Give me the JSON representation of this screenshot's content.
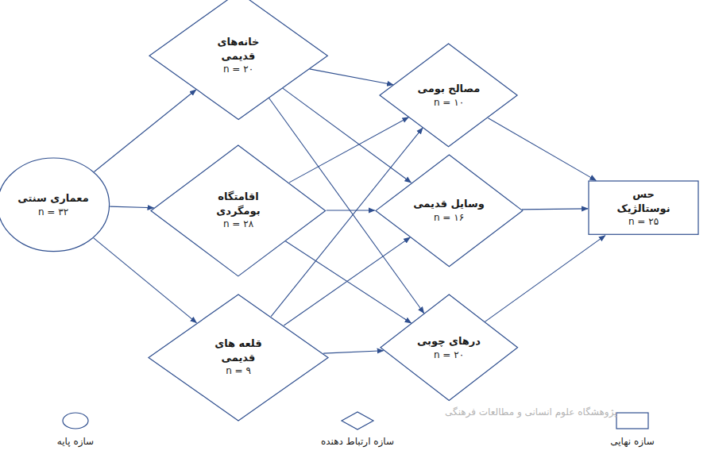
{
  "diagram": {
    "nodes": [
      {
        "text": [
          "معماری سنتی",
          "n = ۳۲"
        ]
      },
      {
        "text": [
          "خانه‌های قدیمی",
          "n = ۲۰"
        ]
      },
      {
        "text": [
          "اقامتگاه بومگردی",
          "n = ۲۸"
        ]
      },
      {
        "text": [
          "قلعه های قدیمی",
          "n = ۹"
        ]
      },
      {
        "text": [
          "مصالح بومی",
          "n = ۱۰"
        ]
      },
      {
        "text": [
          "وسایل قدیمی",
          "n = ۱۶"
        ]
      },
      {
        "text": [
          "درهای چوبی",
          "n = ۲۰"
        ]
      },
      {
        "text": [
          "حس نوستالژیک",
          "n = ۲۵"
        ]
      }
    ],
    "edges": [
      {
        "from": 0,
        "to": 1,
        "arrow": "to"
      },
      {
        "from": 0,
        "to": 2,
        "arrow": "to"
      },
      {
        "from": 0,
        "to": 3,
        "arrow": "to"
      },
      {
        "from": 1,
        "to": 4,
        "arrow": "to"
      },
      {
        "from": 1,
        "to": 5,
        "arrow": "to"
      },
      {
        "from": 1,
        "to": 6,
        "arrow": "to"
      },
      {
        "from": 2,
        "to": 4,
        "arrow": "to"
      },
      {
        "from": 2,
        "to": 5,
        "arrow": "to"
      },
      {
        "from": 2,
        "to": 6,
        "arrow": "to"
      },
      {
        "from": 3,
        "to": 4,
        "arrow": "to"
      },
      {
        "from": 3,
        "to": 5,
        "arrow": "to"
      },
      {
        "from": 3,
        "to": 6,
        "arrow": "to"
      },
      {
        "from": 4,
        "to": 7,
        "arrow": "to"
      },
      {
        "from": 5,
        "to": 7,
        "arrow": "to"
      },
      {
        "from": 6,
        "to": 7,
        "arrow": "to"
      }
    ],
    "labels": [
      "پژوهشگاه علوم انسانی و مطالعات فرهنگی"
    ],
    "legend": [
      {
        "text": "سازه پایه"
      },
      {
        "text": "سازه ارتباط دهنده"
      },
      {
        "text": "سازه نهایی"
      }
    ]
  }
}
